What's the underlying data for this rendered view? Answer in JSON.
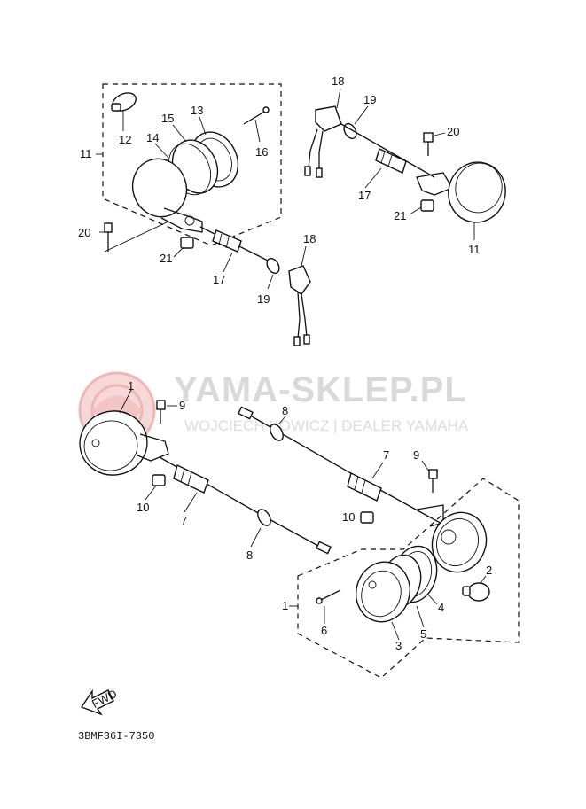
{
  "watermark": {
    "title": "YAMA-SKLEP.PL",
    "subtitle": "WOJCIECH KOWICZ | DEALER YAMAHA"
  },
  "callouts": {
    "top_left": {
      "c11": "11",
      "c12": "12",
      "c13": "13",
      "c14": "14",
      "c15": "15",
      "c16": "16",
      "c17": "17",
      "c18": "18",
      "c19": "19",
      "c20": "20",
      "c21": "21"
    },
    "top_right": {
      "c18": "18",
      "c19": "19",
      "c20": "20",
      "c17": "17",
      "c21": "21",
      "c11": "11"
    },
    "bottom_left": {
      "c1": "1",
      "c9": "9",
      "c10": "10",
      "c7": "7",
      "c8": "8"
    },
    "bottom_right": {
      "c8": "8",
      "c7": "7",
      "c9": "9",
      "c10": "10",
      "c1": "1",
      "c2": "2",
      "c4": "4",
      "c6": "6",
      "c3": "3",
      "c5": "5"
    }
  },
  "fwd_label": "FWD",
  "diagram_code": "3BMF36I-7350"
}
